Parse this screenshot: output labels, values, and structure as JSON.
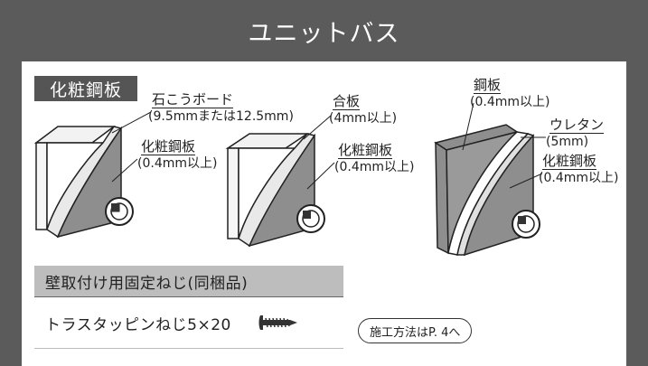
{
  "header": {
    "title": "ユニットバス"
  },
  "section": {
    "label": "化粧鋼板"
  },
  "diagrams": {
    "left": {
      "top_label": "石こうボード",
      "top_sub": "(9.5mmまたは12.5mm)",
      "bottom_label": "化粧鋼板",
      "bottom_sub": "(0.4mm以上)"
    },
    "middle": {
      "top_label": "合板",
      "top_sub": "(4mm以上)",
      "bottom_label": "化粧鋼板",
      "bottom_sub": "(0.4mm以上)"
    },
    "right": {
      "top_label": "鋼板",
      "top_sub": "(0.4mm以上)",
      "mid_label": "ウレタン",
      "mid_sub": "(5mm)",
      "bottom_label": "化粧鋼板",
      "bottom_sub": "(0.4mm以上)"
    }
  },
  "screw": {
    "title": "壁取付け用固定ねじ(同梱品)",
    "name": "トラスタッピンねじ5×20",
    "icon": "screw-icon"
  },
  "method_link": {
    "label": "施工方法はP. 4へ"
  },
  "colors": {
    "frame": "#5b5b5b",
    "panel_gray": "#8e8e8e",
    "header_text": "#ffffff"
  }
}
